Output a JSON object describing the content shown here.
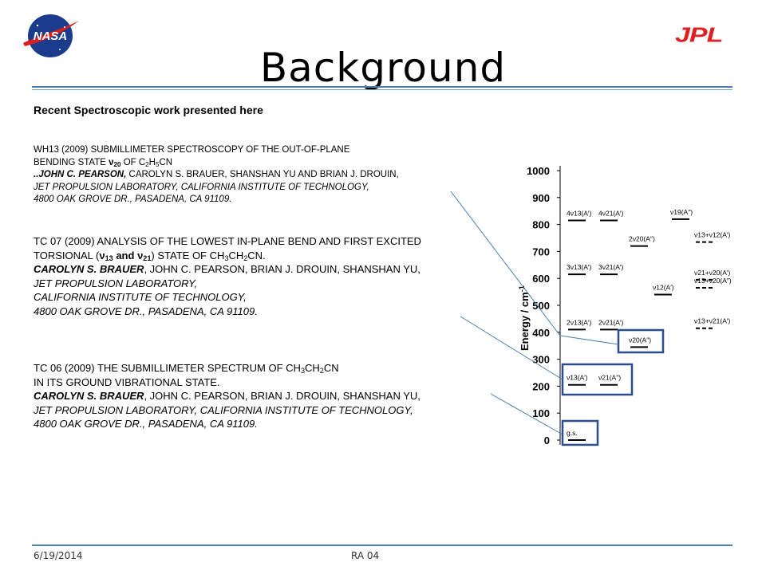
{
  "title": "Background",
  "logo_text": "NASA",
  "jpl_text": "JPL",
  "heading": "Recent Spectroscopic work presented here",
  "entry1": {
    "line1": "WH13  (2009)    SUBMILLIMETER  SPECTROSCOPY  OF THE  OUT-OF-PLANE",
    "line2_a": "BENDING STATE  ",
    "line2_v": "ν",
    "line2_vsub": "20",
    "line2_b": " OF C",
    "line2_s1": "2",
    "line2_c": "H",
    "line2_s2": "5",
    "line2_d": "CN",
    "line3_author": "..JOHN C. PEARSON,",
    "line3_rest": "   CAROLYN  S.  BRAUER,  SHANSHAN  YU  AND  BRIAN  J.  DROUIN,",
    "line4": "JET PROPULSION  LABORATORY,  CALIFORNIA  INSTITUTE OF TECHNOLOGY,",
    "line5": " 4800  OAK  GROVE  DR.,  PASADENA,  CA  91109."
  },
  "entry2": {
    "line1": "TC  07  (2009)  ANALYSIS OF THE LOWEST IN-PLANE BEND AND FIRST EXCITED",
    "line2_a": " TORSIONAL (",
    "line2_v1": "ν",
    "line2_v1sub": "13",
    "line2_and": " and ",
    "line2_v2": "ν",
    "line2_v2sub": "21",
    "line2_b": ") STATE OF CH",
    "line2_s1": "3",
    "line2_c": "CH",
    "line2_s2": "2",
    "line2_d": "CN.",
    "line3_author": "CAROLYN S. BRAUER",
    "line3_rest": ", JOHN C. PEARSON, BRIAN J. DROUIN, SHANSHAN YU,",
    "line4": "JET PROPULSION LABORATORY,",
    "line5": "CALIFORNIA INSTITUTE OF TECHNOLOGY,",
    "line6": "4800 OAK GROVE DR., PASADENA, CA 91109."
  },
  "entry3": {
    "line1_a": "TC 06 (2009) THE SUBMILLIMETER SPECTRUM OF CH",
    "line1_s1": "3",
    "line1_b": "CH",
    "line1_s2": "2",
    "line1_c": "CN",
    "line2": "IN ITS GROUND VIBRATIONAL STATE.",
    "line3_author": "CAROLYN S. BRAUER",
    "line3_rest": ", JOHN C. PEARSON, BRIAN J. DROUIN, SHANSHAN YU,",
    "line4": "JET PROPULSION LABORATORY, CALIFORNIA INSTITUTE OF TECHNOLOGY,",
    "line5": "4800 OAK GROVE DR., PASADENA, CA 91109."
  },
  "footer": {
    "date": "6/19/2014",
    "code": "RA 04"
  },
  "colors": {
    "rule": "#4a7fb0",
    "highlight": "#2a4e8c",
    "connector": "#4a7fb0",
    "jpl": "#e02020",
    "level": "#000000"
  },
  "chart_data": {
    "type": "energy-level-diagram",
    "ylabel": "Energy / cm",
    "ylabel_sup": "-1",
    "ylim": [
      0,
      1000
    ],
    "yticks": [
      0,
      100,
      200,
      300,
      400,
      500,
      600,
      700,
      800,
      900,
      1000
    ],
    "levels": [
      {
        "column": 0,
        "energy": 0,
        "label": "g.s.",
        "sup": "",
        "highlighted": true,
        "dashed": false
      },
      {
        "column": 0,
        "energy": 205,
        "label": "ν13(A′)",
        "sup": "",
        "highlighted": true,
        "dashed": false
      },
      {
        "column": 1,
        "energy": 205,
        "label": "ν21(A″)",
        "sup": "",
        "highlighted": true,
        "dashed": false
      },
      {
        "column": 0,
        "energy": 410,
        "label": "2ν13(A′)",
        "sup": "",
        "highlighted": false,
        "dashed": false
      },
      {
        "column": 1,
        "energy": 410,
        "label": "2ν21(A′)",
        "sup": "",
        "highlighted": false,
        "dashed": false
      },
      {
        "column": 0,
        "energy": 615,
        "label": "3ν13(A′)",
        "sup": "",
        "highlighted": false,
        "dashed": false
      },
      {
        "column": 1,
        "energy": 615,
        "label": "3ν21(A′)",
        "sup": "",
        "highlighted": false,
        "dashed": false
      },
      {
        "column": 0,
        "energy": 815,
        "label": "4ν13(A′)",
        "sup": "",
        "highlighted": false,
        "dashed": false
      },
      {
        "column": 1,
        "energy": 815,
        "label": "4ν21(A′)",
        "sup": "",
        "highlighted": false,
        "dashed": false
      },
      {
        "column": 2,
        "energy": 345,
        "label": "ν20(A″)",
        "sup": "",
        "highlighted": true,
        "dashed": false
      },
      {
        "column": 2,
        "energy": 720,
        "label": "2ν20(A″)",
        "sup": "",
        "highlighted": false,
        "dashed": false
      },
      {
        "column": 3,
        "energy": 540,
        "label": "ν12(A′)",
        "sup": "",
        "highlighted": false,
        "dashed": false
      },
      {
        "column": 4,
        "energy": 820,
        "label": "ν19(A″)",
        "sup": "",
        "highlighted": false,
        "dashed": false
      },
      {
        "column": 5,
        "energy": 735,
        "label": "ν13+ν12(A′)",
        "sup": "",
        "highlighted": false,
        "dashed": true
      },
      {
        "column": 5,
        "energy": 565,
        "label": "ν13+ν20(A″)",
        "sup": "",
        "highlighted": false,
        "dashed": true
      },
      {
        "column": 5,
        "energy": 595,
        "label": "ν21+ν20(A′)",
        "sup": "",
        "highlighted": false,
        "dashed": true
      },
      {
        "column": 5,
        "energy": 415,
        "label": "ν13+ν21(A′)",
        "sup": "",
        "highlighted": false,
        "dashed": true
      }
    ]
  }
}
